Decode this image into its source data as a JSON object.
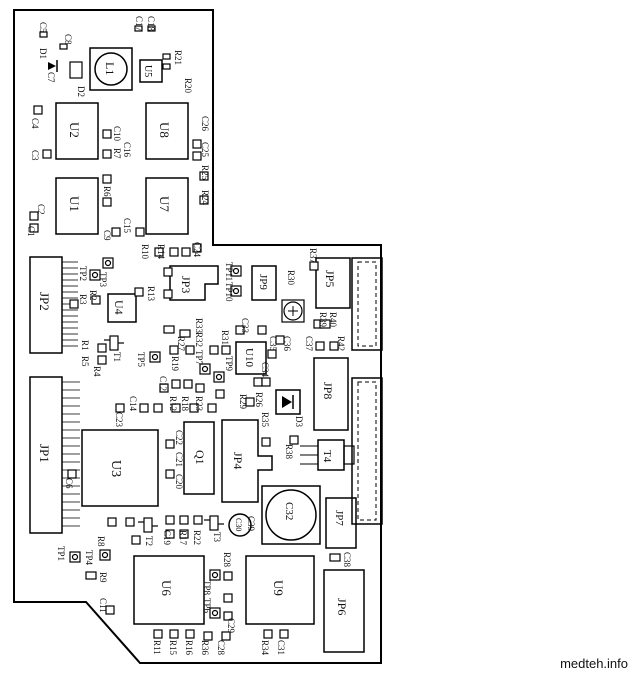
{
  "watermark": "medteh.info",
  "components": {
    "L1": "L1",
    "U5": "U5",
    "U2": "U2",
    "U8": "U8",
    "U1": "U1",
    "U7": "U7",
    "JP2": "JP2",
    "JP1": "JP1",
    "JP3": "JP3",
    "JP9": "JP9",
    "JP5": "JP5",
    "JP8": "JP8",
    "JP4": "JP4",
    "JP7": "JP7",
    "JP6": "JP6",
    "U4": "U4",
    "U3": "U3",
    "Q1": "Q1",
    "U10": "U10",
    "D3": "D3",
    "T4": "T4",
    "C32": "C32",
    "C30": "C30",
    "U6": "U6",
    "U9": "U9",
    "T1": "T1",
    "T2": "T2",
    "T3": "T3",
    "R30": "R30"
  },
  "small_labels": {
    "C5": "C5",
    "C8": "C8",
    "C17": "C17",
    "C18": "C18",
    "D1": "D1",
    "D2": "D2",
    "C7": "C7",
    "R21": "R21",
    "R20": "R20",
    "C4": "C4",
    "C3": "C3",
    "R7": "R7",
    "C10": "C10",
    "C16": "C16",
    "C26": "C26",
    "C25": "C25",
    "C6": "C6",
    "R25": "R25",
    "C1": "C1",
    "C2": "C2",
    "R6": "R6",
    "R24": "R24",
    "C9": "C9",
    "C15": "C15",
    "R10": "R10",
    "R14": "R14",
    "C24": "C24",
    "TP2": "TP2",
    "TP3": "TP3",
    "R2": "R2",
    "R3": "R3",
    "R13": "R13",
    "TP11": "TP11",
    "TP10": "TP10",
    "R37": "R37",
    "R1": "R1",
    "R5": "R5",
    "R4": "R4",
    "R27": "R27",
    "R33": "R33",
    "R32": "R32",
    "C33": "C33",
    "C35": "C35",
    "C36": "C36",
    "C37": "C37",
    "R42": "R42",
    "TP5": "TP5",
    "R19": "R19",
    "TP7": "TP7",
    "TP9": "TP9",
    "C34": "C34",
    "R31": "R31",
    "C12": "C12",
    "C14": "C14",
    "R12": "R12",
    "R18": "R18",
    "R23": "R23",
    "R29": "R29",
    "R26": "R26",
    "R35": "R35",
    "R38": "R38",
    "C21": "C21",
    "C22": "C22",
    "C20": "C20",
    "C23": "C23",
    "C19": "C19",
    "R17": "R17",
    "R22": "R22",
    "R8": "R8",
    "TP1": "TP1",
    "TP4": "TP4",
    "R9": "R9",
    "C11": "C11",
    "TP6": "TP6",
    "TP8": "TP8",
    "R28": "R28",
    "C29": "C29",
    "C31": "C31",
    "C28": "C28",
    "C39": "C39",
    "R11": "R11",
    "R15": "R15",
    "R16": "R16",
    "R36": "R36",
    "R34": "R34",
    "C38": "C38",
    "R39": "R39",
    "R40": "R40"
  }
}
